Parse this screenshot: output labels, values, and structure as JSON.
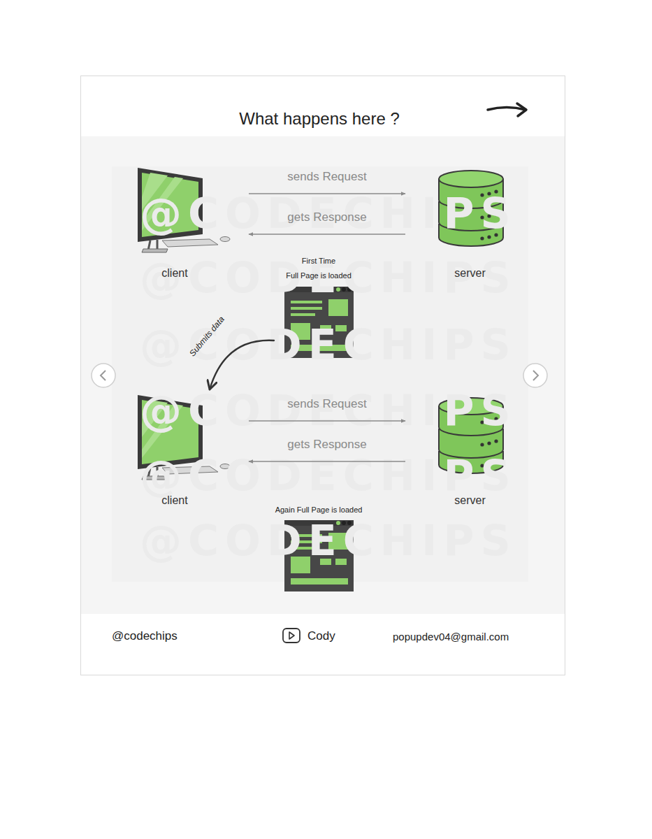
{
  "diagram": {
    "title": "What happens here ?",
    "nodes": [
      {
        "text": [
          "client"
        ]
      },
      {
        "text": [
          "server"
        ]
      },
      {
        "text": [
          "First Time",
          "Full Page is loaded"
        ]
      },
      {
        "text": [
          "client"
        ]
      },
      {
        "text": [
          "server"
        ]
      },
      {
        "text": [
          "Again Full Page is loaded"
        ]
      }
    ],
    "edges": [
      {
        "from": 0,
        "to": 1,
        "label": "sends Request",
        "arrow": "to"
      },
      {
        "from": 1,
        "to": 0,
        "label": "gets Response",
        "arrow": "to"
      },
      {
        "from": 2,
        "to": 3,
        "label": "Submits data",
        "arrow": "to"
      },
      {
        "from": 3,
        "to": 4,
        "label": "sends Request",
        "arrow": "to"
      },
      {
        "from": 4,
        "to": 3,
        "label": "gets Response",
        "arrow": "to"
      }
    ],
    "labels": [
      "@codechips",
      "Cody",
      "popupdev04@gmail.com",
      "@CODECHIPS",
      "@CODECHIPS",
      "@CODECHIPS",
      "@CODECHIPS",
      "@CODECHIPS",
      "@CODECHIPS"
    ]
  }
}
